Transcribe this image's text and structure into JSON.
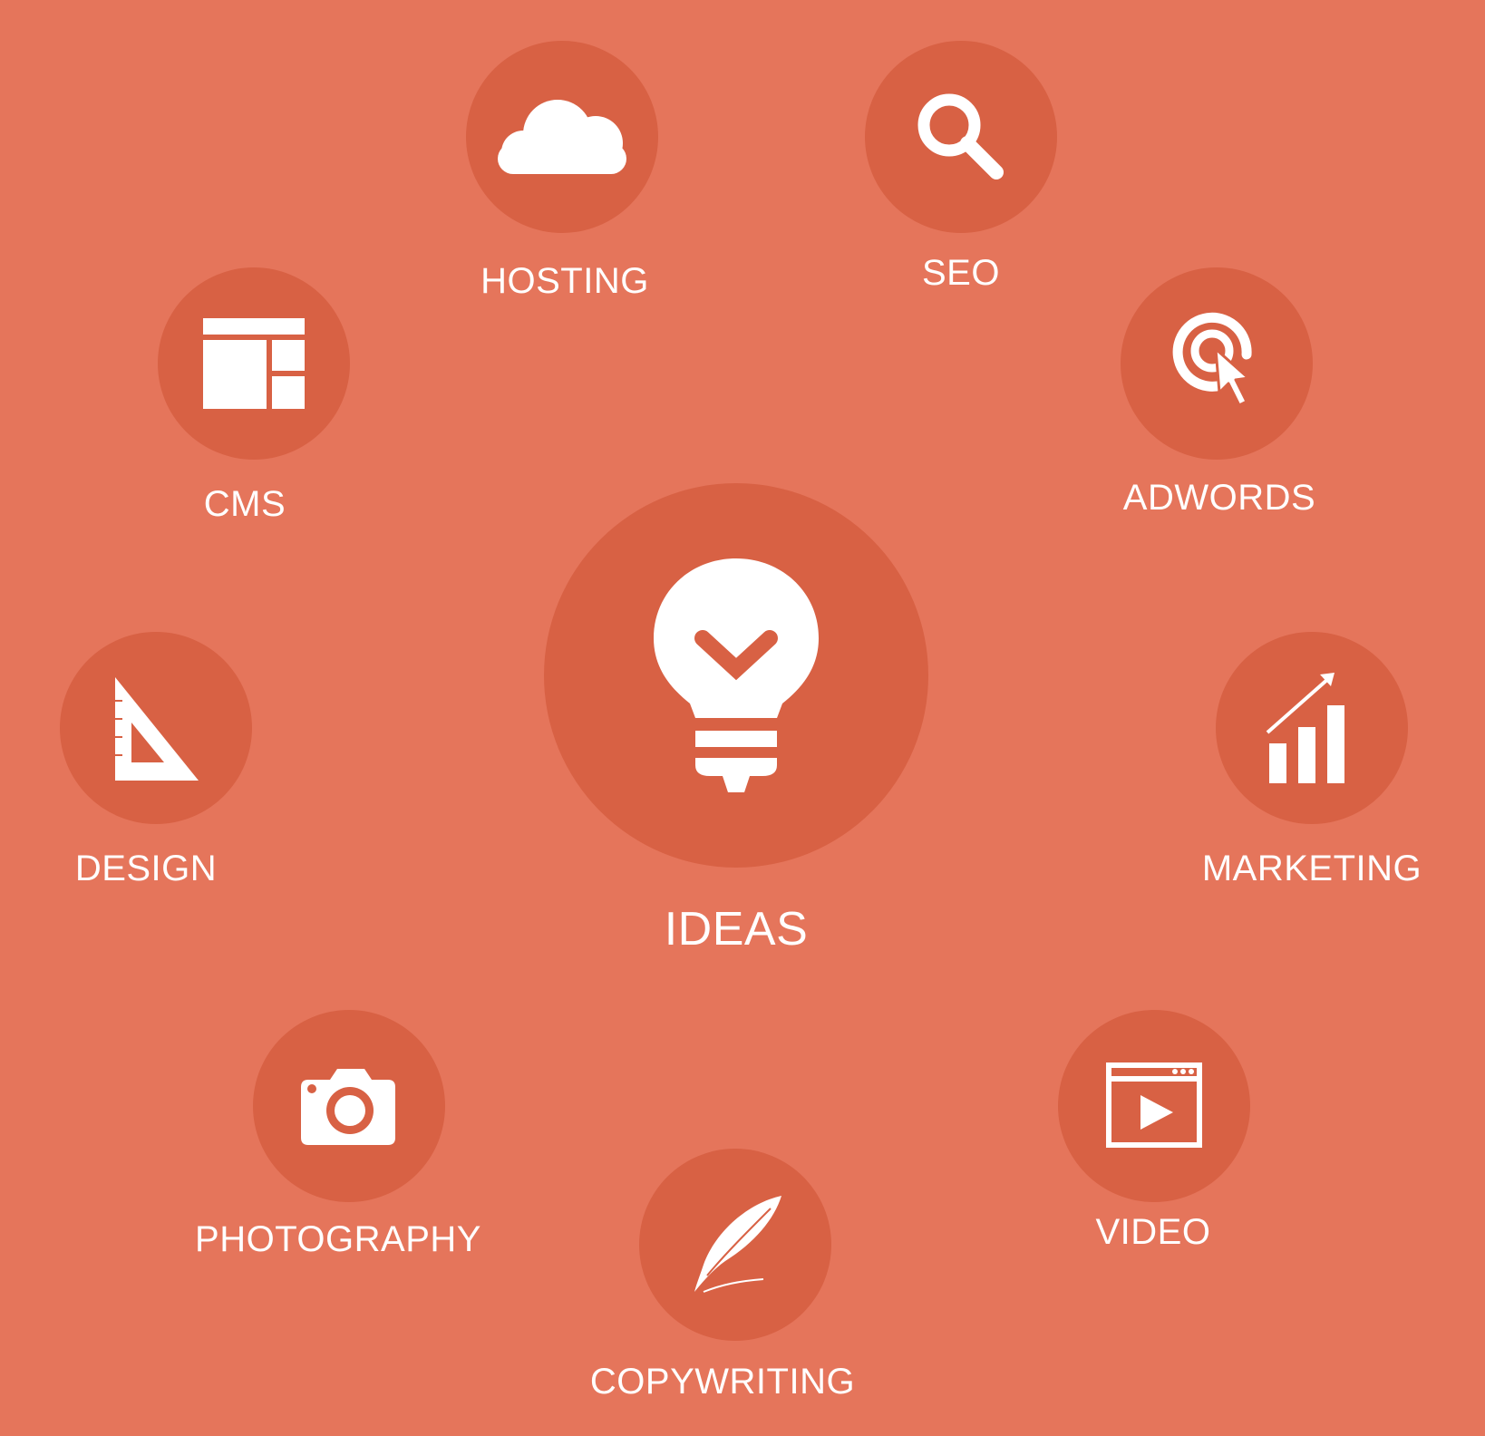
{
  "colors": {
    "background": "#e5755b",
    "circle": "#d86144",
    "foreground": "#ffffff"
  },
  "center": {
    "label": "IDEAS",
    "icon": "lightbulb-icon"
  },
  "nodes": [
    {
      "label": "HOSTING",
      "icon": "cloud-icon"
    },
    {
      "label": "SEO",
      "icon": "search-icon"
    },
    {
      "label": "ADWORDS",
      "icon": "target-click-icon"
    },
    {
      "label": "MARKETING",
      "icon": "growth-chart-icon"
    },
    {
      "label": "VIDEO",
      "icon": "video-player-icon"
    },
    {
      "label": "COPYWRITING",
      "icon": "quill-icon"
    },
    {
      "label": "PHOTOGRAPHY",
      "icon": "camera-icon"
    },
    {
      "label": "DESIGN",
      "icon": "set-square-icon"
    },
    {
      "label": "CMS",
      "icon": "layout-icon"
    }
  ]
}
